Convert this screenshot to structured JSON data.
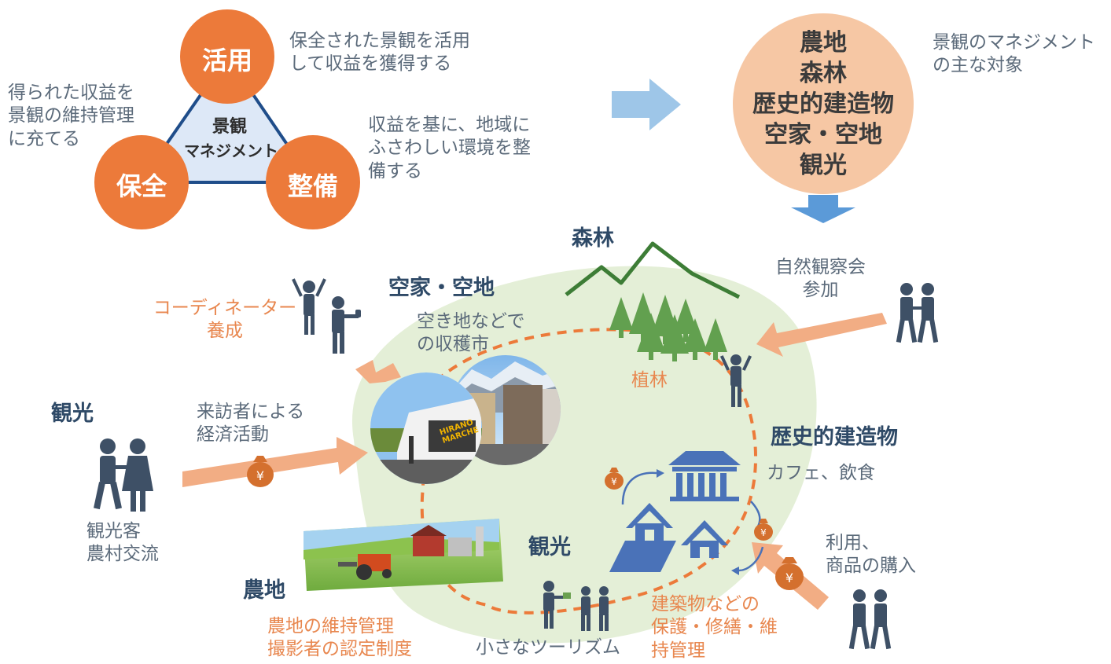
{
  "management_cycle": {
    "utilize": "活用",
    "conserve": "保全",
    "maintain": "整備",
    "center_line1": "景観",
    "center_line2": "マネジメント",
    "note_utilize": "保全された景観を活用\nして収益を獲得する",
    "note_conserve": "得られた収益を\n景観の維持管理\nに充てる",
    "note_maintain": "収益を基に、地域に\nふさわしい環境を整\n備する"
  },
  "targets": {
    "items": [
      "農地",
      "森林",
      "歴史的建造物",
      "空家・空地",
      "観光"
    ],
    "note": "景観のマネジメント\nの主な対象"
  },
  "forest": {
    "heading": "森林",
    "planting": "植林",
    "observation": "自然観察会\n参加"
  },
  "vacant": {
    "heading": "空家・空地",
    "market": "空き地などで\nの収穫市",
    "coordinator": "コーディネーター\n養成"
  },
  "historic": {
    "heading": "歴史的建造物",
    "cafe": "カフェ、飲食",
    "preservation": "建築物などの\n保護・修繕・維\n持管理",
    "usage": "利用、\n商品の購入"
  },
  "tourism_left": {
    "heading": "観光",
    "visitors": "観光客\n農村交流",
    "economy": "来訪者による\n経済活動"
  },
  "farmland": {
    "heading": "農地",
    "notes": "農地の維持管理\n撮影者の認定制度"
  },
  "tourism_bottom": {
    "heading": "観光",
    "small": "小さなツーリズム"
  },
  "photo_sign": "HIRANO MARCHE",
  "yen_symbol": "¥",
  "colors": {
    "orange_circle": "#ec7a3a",
    "peach_circle": "#f6c7a4",
    "arrow_blue": "#9ec6e8",
    "arrow_orange": "#f2ad84",
    "green_blob": "#e4efd7",
    "icon_navy": "#3e5066",
    "forest_green": "#62a04f",
    "house_blue": "#4a72b8"
  }
}
